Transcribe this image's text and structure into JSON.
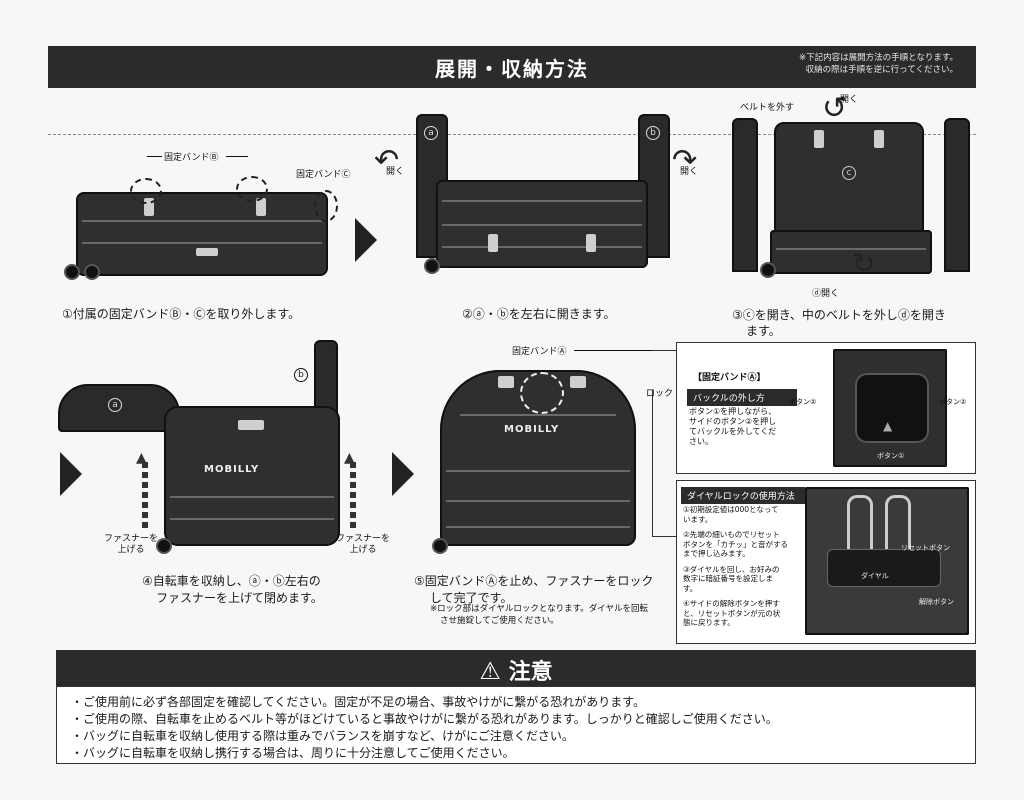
{
  "header": {
    "title": "展開・収納方法",
    "note_line1": "※下記内容は展開方法の手順となります。",
    "note_line2": "収納の際は手順を逆に行ってください。"
  },
  "step1": {
    "label_band_b": "固定バンドⒷ",
    "label_band_c": "固定バンドⒸ",
    "caption": "①付属の固定バンドⒷ・Ⓒを取り外します。"
  },
  "step2": {
    "open_left": "開く",
    "open_right": "開く",
    "mark_a": "a",
    "mark_b": "b",
    "caption": "②ⓐ・ⓑを左右に開きます。"
  },
  "step3": {
    "belt_label": "ベルトを外す",
    "open_top": "開く",
    "open_bottom": "ⓓ開く",
    "mark_c": "c",
    "caption_line1": "③ⓒを開き、中のベルトを外しⓓを開き",
    "caption_line2": "ます。"
  },
  "step4": {
    "mark_a": "a",
    "mark_b": "b",
    "brand": "MOBILLY",
    "zip_left_1": "ファスナーを",
    "zip_left_2": "上げる",
    "zip_right_1": "ファスナーを",
    "zip_right_2": "上げる",
    "caption_line1": "④自転車を収納し、ⓐ・ⓑ左右の",
    "caption_line2": "ファスナーを上げて閉めます。"
  },
  "step5": {
    "label_band_a": "固定バンドⒶ",
    "lock_label": "ロック",
    "brand": "MOBILLY",
    "caption_line1": "⑤固定バンドⒶを止め、ファスナーをロック",
    "caption_line2": "して完了です。",
    "note_line1": "※ロック部はダイヤルロックとなります。ダイヤルを回転",
    "note_line2": "させ施錠してご使用ください。"
  },
  "buckle_box": {
    "title": "【固定バンドⒶ】",
    "subtitle": "バックルの外し方",
    "text_line1": "ボタン①を押しながら、",
    "text_line2": "サイドのボタン②を押し",
    "text_line3": "てバックルを外してくだ",
    "text_line4": "さい。",
    "btn2_left": "ボタン②",
    "btn2_right": "ボタン②",
    "btn1": "ボタン①"
  },
  "dial_box": {
    "title": "ダイヤルロックの使用方法",
    "item1_line1": "①初期設定値は000となって",
    "item1_line2": "います。",
    "item2_line1": "②先端の細いものでリセット",
    "item2_line2": "ボタンを「カチッ」と音がする",
    "item2_line3": "まで押し込みます。",
    "item3_line1": "③ダイヤルを回し、お好みの",
    "item3_line2": "数字に暗証番号を設定しま",
    "item3_line3": "す。",
    "item4_line1": "④サイドの解除ボタンを押す",
    "item4_line2": "と、リセットボタンが元の状",
    "item4_line3": "態に戻ります。",
    "reset_label": "リセットボタン",
    "dial_label": "ダイヤル",
    "release_label": "解除ボタン"
  },
  "caution": {
    "title": "注意",
    "line1": "・ご使用前に必ず各部固定を確認してください。固定が不足の場合、事故やけがに繋がる恐れがあります。",
    "line2": "・ご使用の際、自転車を止めるベルト等がほどけていると事故やけがに繋がる恐れがあります。しっかりと確認しご使用ください。",
    "line3": "・バッグに自転車を収納し使用する際は重みでバランスを崩すなど、けがにご注意ください。",
    "line4": "・バッグに自転車を収納し携行する場合は、周りに十分注意してご使用ください。"
  }
}
